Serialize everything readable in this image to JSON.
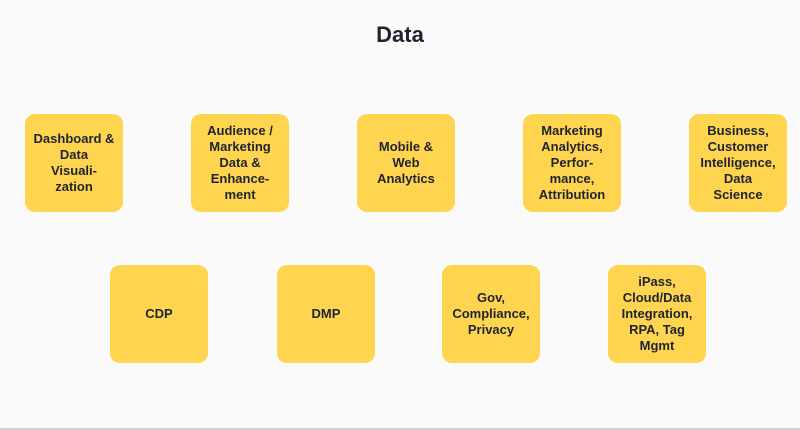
{
  "title": "Data",
  "colors": {
    "tile": "#ffd54f",
    "text": "#1f2330",
    "background": "#fafafa"
  },
  "tiles_row1": [
    {
      "label": "Dashboard &\nData\nVisuali-\nzation"
    },
    {
      "label": "Audience /\nMarketing\nData &\nEnhance-\nment"
    },
    {
      "label": "Mobile &\nWeb\nAnalytics"
    },
    {
      "label": "Marketing\nAnalytics,\nPerfor-\nmance,\nAttribution"
    },
    {
      "label": "Business,\nCustomer\nIntelligence,\nData\nScience"
    }
  ],
  "tiles_row2": [
    {
      "label": "CDP"
    },
    {
      "label": "DMP"
    },
    {
      "label": "Gov,\nCompliance,\nPrivacy"
    },
    {
      "label": "iPass,\nCloud/Data\nIntegration,\nRPA, Tag\nMgmt"
    }
  ]
}
